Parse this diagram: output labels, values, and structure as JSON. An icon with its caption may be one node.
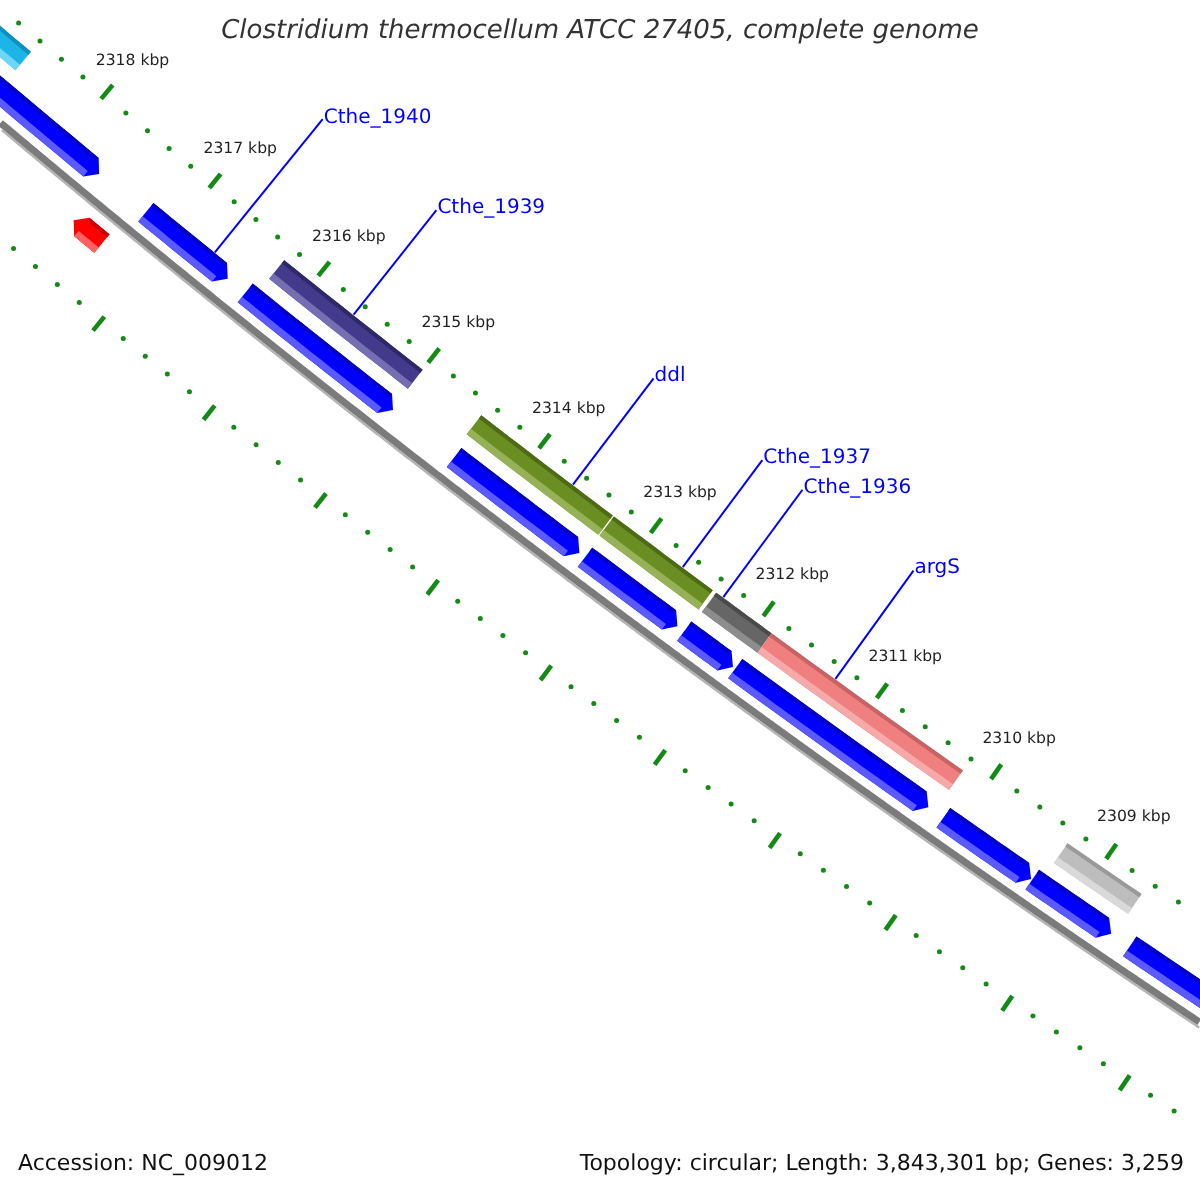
{
  "diagram": {
    "title": "Clostridium thermocellum ATCC 27405, complete genome",
    "nodes": [
      {
        "text": [],
        "shape": "bar"
      },
      {
        "text": [],
        "shape": "arrow"
      },
      {
        "text": [],
        "shape": "arrow"
      },
      {
        "text": [
          "Cthe_1940"
        ]
      },
      {
        "text": [],
        "shape": "arrow"
      },
      {
        "text": [
          "Cthe_1939"
        ]
      },
      {
        "text": [],
        "shape": "bar"
      },
      {
        "text": [],
        "shape": "arrow"
      },
      {
        "text": [
          "ddl"
        ]
      },
      {
        "text": [],
        "shape": "bar"
      },
      {
        "text": [],
        "shape": "arrow"
      },
      {
        "text": [
          "Cthe_1937"
        ]
      },
      {
        "text": [],
        "shape": "bar"
      },
      {
        "text": [],
        "shape": "arrow"
      },
      {
        "text": [
          "Cthe_1936"
        ]
      },
      {
        "text": [],
        "shape": "bar"
      },
      {
        "text": [],
        "shape": "arrow"
      },
      {
        "text": [
          "argS"
        ]
      },
      {
        "text": [],
        "shape": "bar"
      },
      {
        "text": [],
        "shape": "arrow"
      },
      {
        "text": [],
        "shape": "arrow"
      },
      {
        "text": [],
        "shape": "bar"
      },
      {
        "text": [],
        "shape": "arrow"
      },
      {
        "text": [],
        "shape": "arrow"
      }
    ],
    "edges": [
      {
        "from": 3,
        "to": 4,
        "arrow": "none"
      },
      {
        "from": 5,
        "to": 6,
        "arrow": "none"
      },
      {
        "from": 8,
        "to": 9,
        "arrow": "none"
      },
      {
        "from": 11,
        "to": 12,
        "arrow": "none"
      },
      {
        "from": 14,
        "to": 15,
        "arrow": "none"
      },
      {
        "from": 17,
        "to": 18,
        "arrow": "none"
      }
    ],
    "labels": [
      "2318 kbp",
      "2317 kbp",
      "2316 kbp",
      "2315 kbp",
      "2314 kbp",
      "2313 kbp",
      "2312 kbp",
      "2311 kbp",
      "2310 kbp",
      "2309 kbp",
      "Accession: NC_009012",
      "Topology: circular; Length: 3,843,301 bp; Genes: 3,259"
    ]
  }
}
